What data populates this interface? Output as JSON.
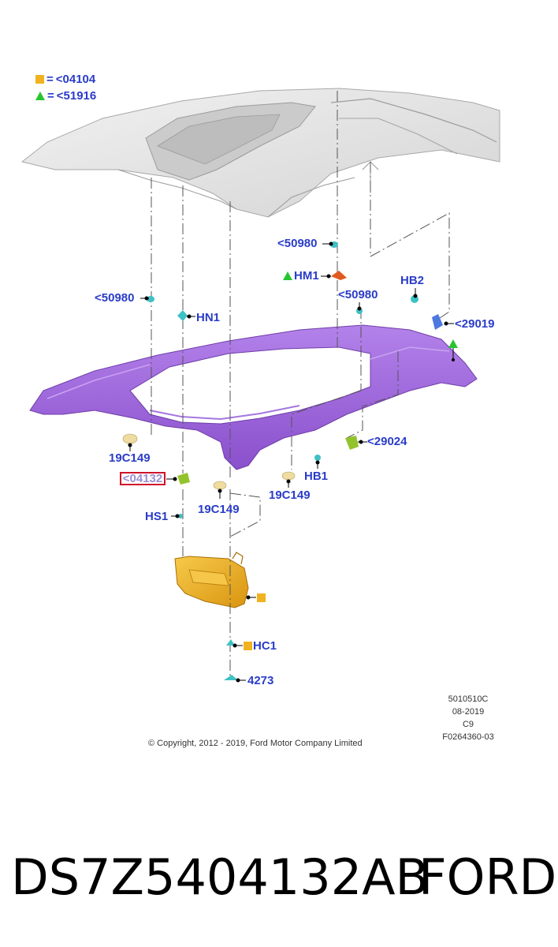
{
  "legend": {
    "square_ref": "<04104",
    "triangle_ref": "<51916",
    "equals": "="
  },
  "callouts": {
    "ref_50980_top": "<50980",
    "hm1": "HM1",
    "ref_50980_left": "<50980",
    "ref_50980_mid": "<50980",
    "hb2": "HB2",
    "hn1": "HN1",
    "ref_29019": "<29019",
    "ref_19c149_left": "19C149",
    "ref_29024": "<29024",
    "hb1": "HB1",
    "ref_04132": "<04132",
    "ref_19c149_right": "19C149",
    "ref_19c149_mid": "19C149",
    "hs1": "HS1",
    "hc1": "HC1",
    "ref_4273": "4273"
  },
  "info_block": [
    "5010510C",
    "08-2019",
    "C9",
    "F0264360-03"
  ],
  "copyright": "© Copyright, 2012 - 2019, Ford Motor Company Limited",
  "part_number": "DS7Z5404132AB",
  "brand": "FORD",
  "colors": {
    "label_blue": "#2a3cc8",
    "headliner_purple": "#9a5fd6",
    "visor_yellow": "#efb01c",
    "legend_square": "#f1b21f",
    "legend_triangle": "#27c52f",
    "highlight_red": "#d0122a",
    "clip_teal": "#3fc1c5"
  }
}
